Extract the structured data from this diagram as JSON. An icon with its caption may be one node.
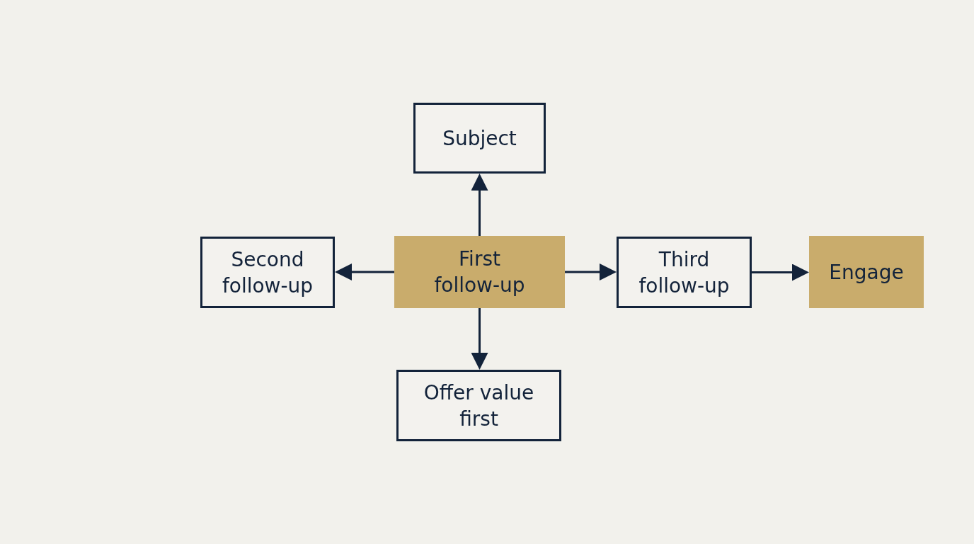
{
  "diagram": {
    "nodes": [
      {
        "text": [
          "Subject"
        ]
      },
      {
        "text": [
          "Second follow-up"
        ]
      },
      {
        "text": [
          "First follow-up"
        ]
      },
      {
        "text": [
          "Third follow-up"
        ]
      },
      {
        "text": [
          "Engage"
        ]
      },
      {
        "text": [
          "Offer value first"
        ]
      }
    ],
    "edges": [
      {
        "from": 2,
        "to": 0,
        "arrow": "to"
      },
      {
        "from": 2,
        "to": 1,
        "arrow": "to"
      },
      {
        "from": 2,
        "to": 3,
        "arrow": "to"
      },
      {
        "from": 3,
        "to": 4,
        "arrow": "to"
      },
      {
        "from": 2,
        "to": 5,
        "arrow": "to"
      }
    ]
  }
}
